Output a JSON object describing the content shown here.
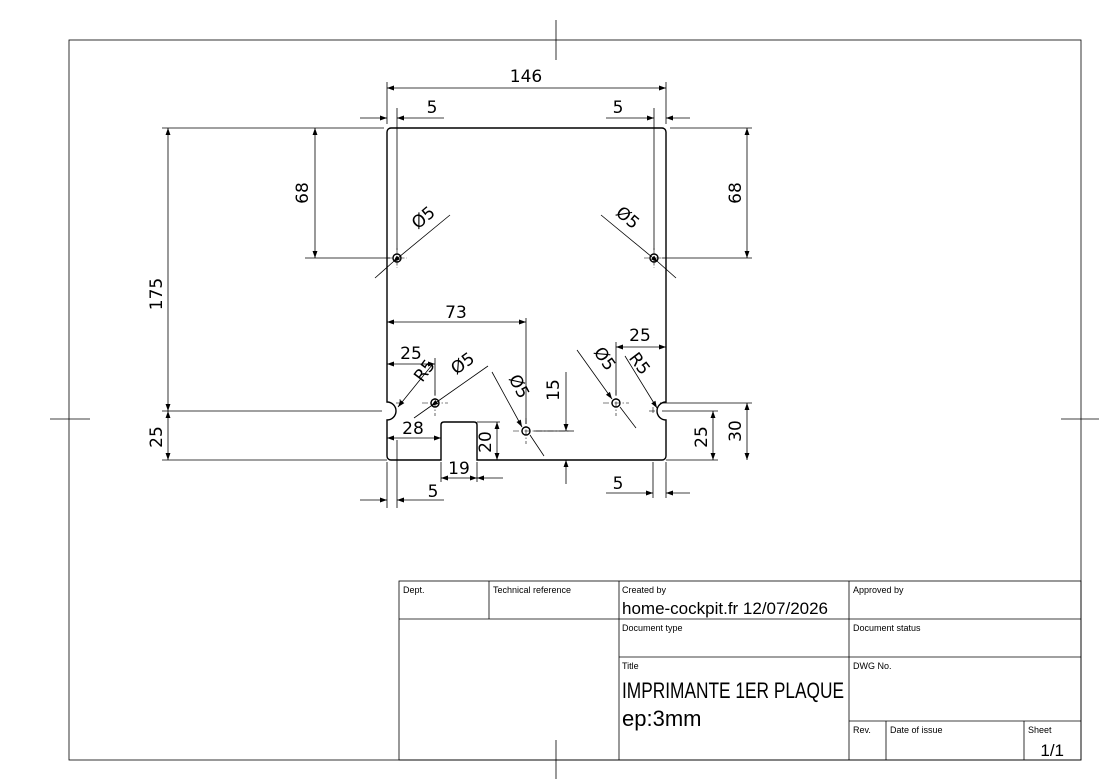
{
  "dimensions": {
    "overall_width": "146",
    "left_edge_offset": "5",
    "right_edge_offset": "5",
    "left_hole_height": "68",
    "right_hole_height": "68",
    "total_height": "175",
    "bottom_height_left": "25",
    "bottom_height_right": "25",
    "slot_center_height": "30",
    "center_hole_x": "73",
    "right_hole_offset": "25",
    "left_notch_x": "25",
    "left_radius": "R5",
    "right_radius": "R5",
    "hole_dia_top_left": "Ø5",
    "hole_dia_top_right": "Ø5",
    "hole_dia_bottom_left": "Ø5",
    "hole_dia_center": "Ø5",
    "hole_dia_bottom_right": "Ø5",
    "notch_depth": "15",
    "slot_x": "28",
    "slot_height": "20",
    "slot_width": "19",
    "bottom_left_offset": "5",
    "bottom_right_offset": "5"
  },
  "title_block": {
    "dept_label": "Dept.",
    "tech_ref_label": "Technical reference",
    "created_by_label": "Created by",
    "created_by_value": "home-cockpit.fr 12/07/2026",
    "approved_by_label": "Approved by",
    "doc_type_label": "Document type",
    "doc_status_label": "Document status",
    "title_label": "Title",
    "title_line1": "IMPRIMANTE 1ER PLAQUE",
    "title_line2": "ep:3mm",
    "dwg_no_label": "DWG No.",
    "rev_label": "Rev.",
    "date_label": "Date of issue",
    "sheet_label": "Sheet",
    "sheet_value": "1/1"
  }
}
